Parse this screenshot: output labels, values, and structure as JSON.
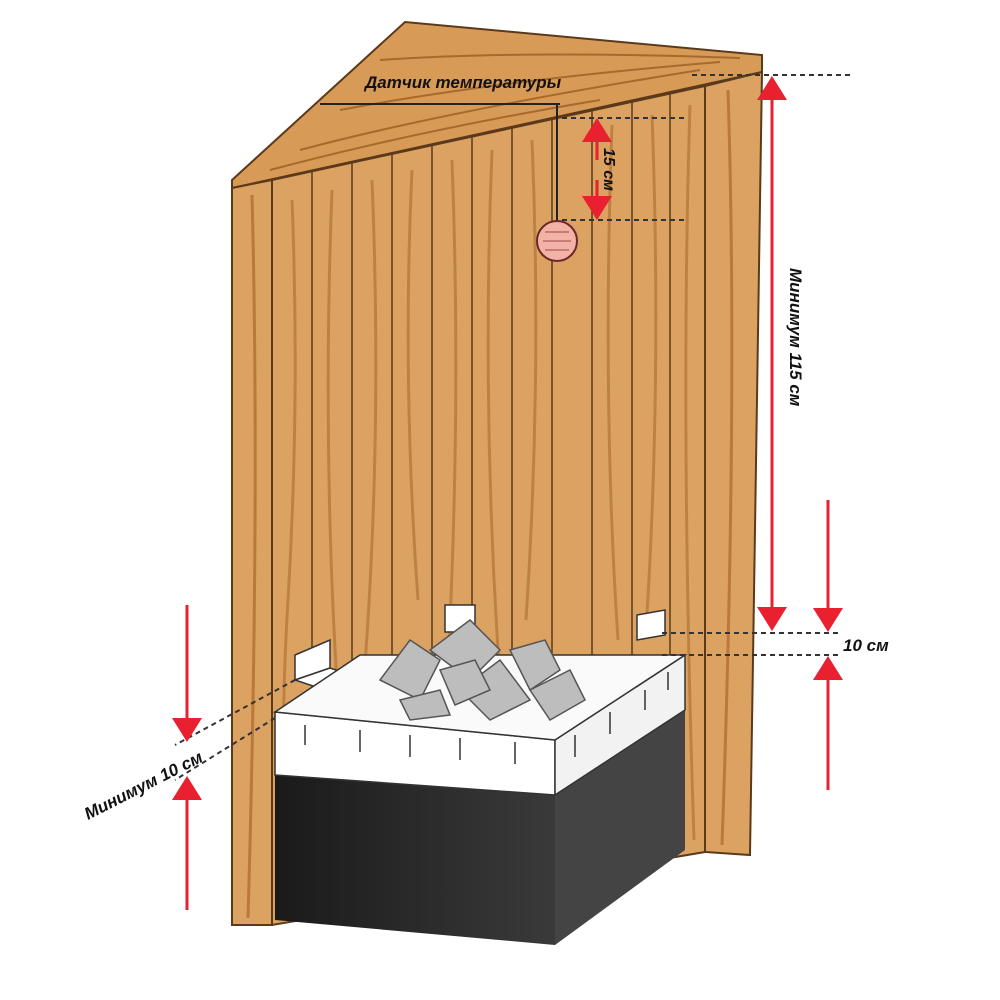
{
  "labels": {
    "sensor": "Датчик температуры",
    "sensor_distance": "15 см",
    "min_height": "Минимум 115 см",
    "side_gap": "10 см",
    "min_side": "Минимум 10 см"
  },
  "colors": {
    "wood": "#dca262",
    "wood_dark": "#b9793a",
    "arrow": "#e8202f",
    "heater_body": "#2b2b2b",
    "stones": "#b9b9b9",
    "sensor": "#f2b3a6"
  }
}
